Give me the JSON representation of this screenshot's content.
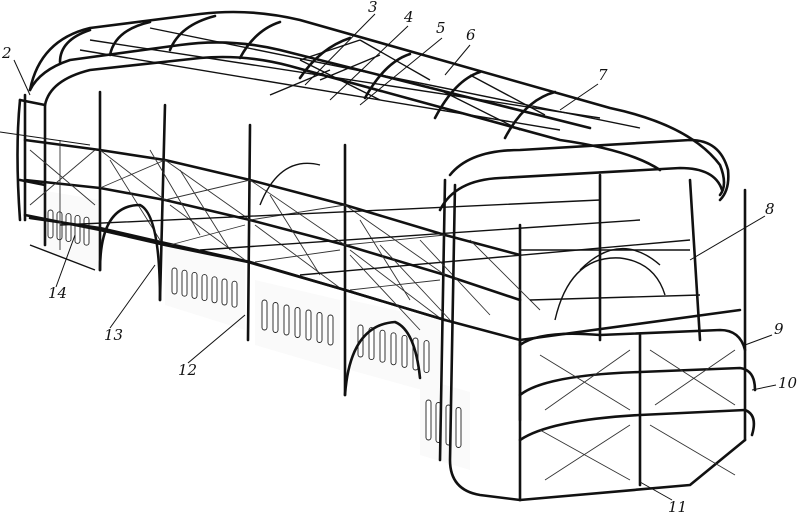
{
  "figure": {
    "callouts": [
      {
        "id": "c2",
        "text": "2"
      },
      {
        "id": "c3",
        "text": "3"
      },
      {
        "id": "c4",
        "text": "4"
      },
      {
        "id": "c5",
        "text": "5"
      },
      {
        "id": "c6",
        "text": "6"
      },
      {
        "id": "c7",
        "text": "7"
      },
      {
        "id": "c8",
        "text": "8"
      },
      {
        "id": "c9",
        "text": "9"
      },
      {
        "id": "c10",
        "text": "10"
      },
      {
        "id": "c11",
        "text": "11"
      },
      {
        "id": "c12",
        "text": "12"
      },
      {
        "id": "c13",
        "text": "13"
      },
      {
        "id": "c14",
        "text": "14"
      }
    ]
  }
}
